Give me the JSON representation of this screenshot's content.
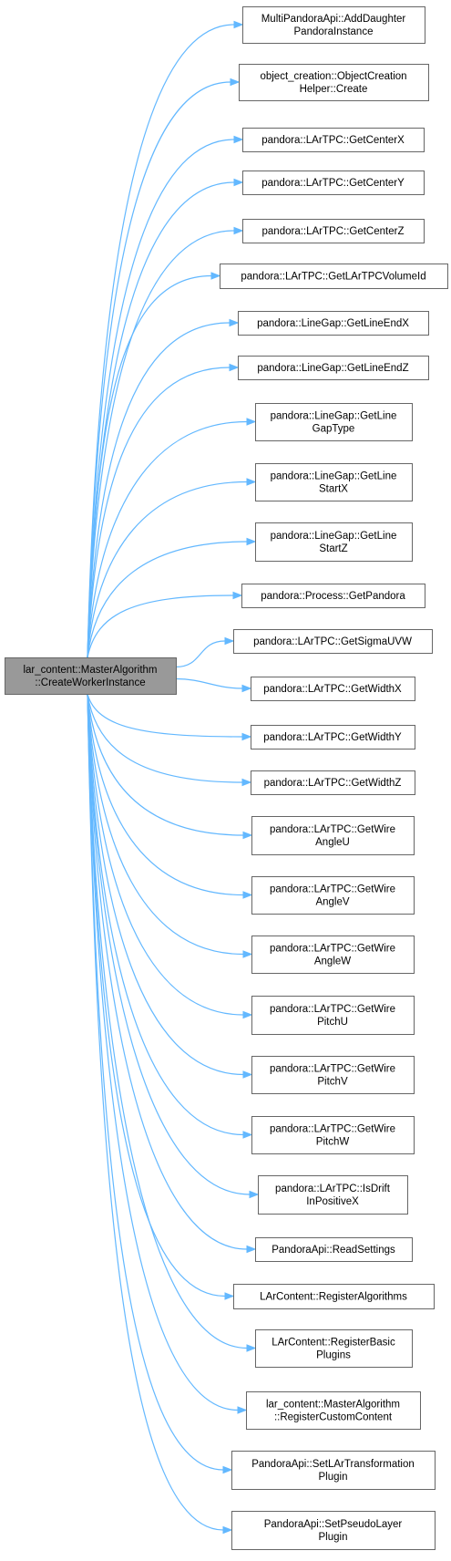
{
  "graph": {
    "root": {
      "lines": [
        "lar_content::MasterAlgorithm",
        "::CreateWorkerInstance"
      ]
    },
    "callees": [
      {
        "lines": [
          "MultiPandoraApi::AddDaughter",
          "PandoraInstance"
        ]
      },
      {
        "lines": [
          "object_creation::ObjectCreation",
          "Helper::Create"
        ]
      },
      {
        "lines": [
          "pandora::LArTPC::GetCenterX"
        ]
      },
      {
        "lines": [
          "pandora::LArTPC::GetCenterY"
        ]
      },
      {
        "lines": [
          "pandora::LArTPC::GetCenterZ"
        ]
      },
      {
        "lines": [
          "pandora::LArTPC::GetLArTPCVolumeId"
        ]
      },
      {
        "lines": [
          "pandora::LineGap::GetLineEndX"
        ]
      },
      {
        "lines": [
          "pandora::LineGap::GetLineEndZ"
        ]
      },
      {
        "lines": [
          "pandora::LineGap::GetLine",
          "GapType"
        ]
      },
      {
        "lines": [
          "pandora::LineGap::GetLine",
          "StartX"
        ]
      },
      {
        "lines": [
          "pandora::LineGap::GetLine",
          "StartZ"
        ]
      },
      {
        "lines": [
          "pandora::Process::GetPandora"
        ]
      },
      {
        "lines": [
          "pandora::LArTPC::GetSigmaUVW"
        ]
      },
      {
        "lines": [
          "pandora::LArTPC::GetWidthX"
        ]
      },
      {
        "lines": [
          "pandora::LArTPC::GetWidthY"
        ]
      },
      {
        "lines": [
          "pandora::LArTPC::GetWidthZ"
        ]
      },
      {
        "lines": [
          "pandora::LArTPC::GetWire",
          "AngleU"
        ]
      },
      {
        "lines": [
          "pandora::LArTPC::GetWire",
          "AngleV"
        ]
      },
      {
        "lines": [
          "pandora::LArTPC::GetWire",
          "AngleW"
        ]
      },
      {
        "lines": [
          "pandora::LArTPC::GetWire",
          "PitchU"
        ]
      },
      {
        "lines": [
          "pandora::LArTPC::GetWire",
          "PitchV"
        ]
      },
      {
        "lines": [
          "pandora::LArTPC::GetWire",
          "PitchW"
        ]
      },
      {
        "lines": [
          "pandora::LArTPC::IsDrift",
          "InPositiveX"
        ]
      },
      {
        "lines": [
          "PandoraApi::ReadSettings"
        ]
      },
      {
        "lines": [
          "LArContent::RegisterAlgorithms"
        ]
      },
      {
        "lines": [
          "LArContent::RegisterBasic",
          "Plugins"
        ]
      },
      {
        "lines": [
          "lar_content::MasterAlgorithm",
          "::RegisterCustomContent"
        ]
      },
      {
        "lines": [
          "PandoraApi::SetLArTransformation",
          "Plugin"
        ]
      },
      {
        "lines": [
          "PandoraApi::SetPseudoLayer",
          "Plugin"
        ]
      }
    ],
    "colors": {
      "edge": "#63b8ff",
      "root_fill": "#999999",
      "node_border": "#666666",
      "node_fill": "#ffffff"
    }
  }
}
